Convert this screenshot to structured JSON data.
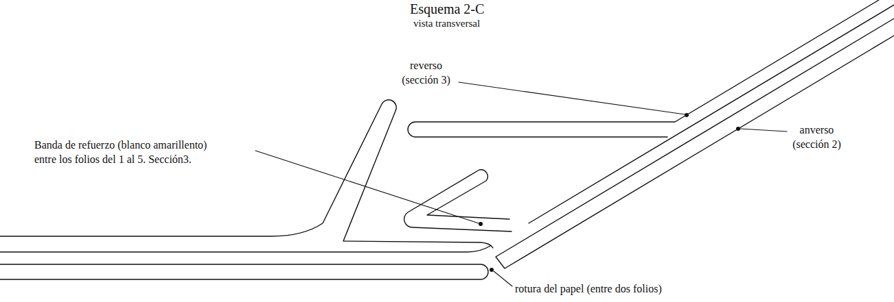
{
  "diagram": {
    "title": "Esquema 2-C",
    "labels": [
      "vista transversal",
      "reverso (sección 3)",
      "anverso (sección 2)",
      "Banda de refuerzo (blanco amarillento) entre los folios del 1 al 5. Sección3.",
      "rotura del papel (entre dos folios)"
    ]
  }
}
